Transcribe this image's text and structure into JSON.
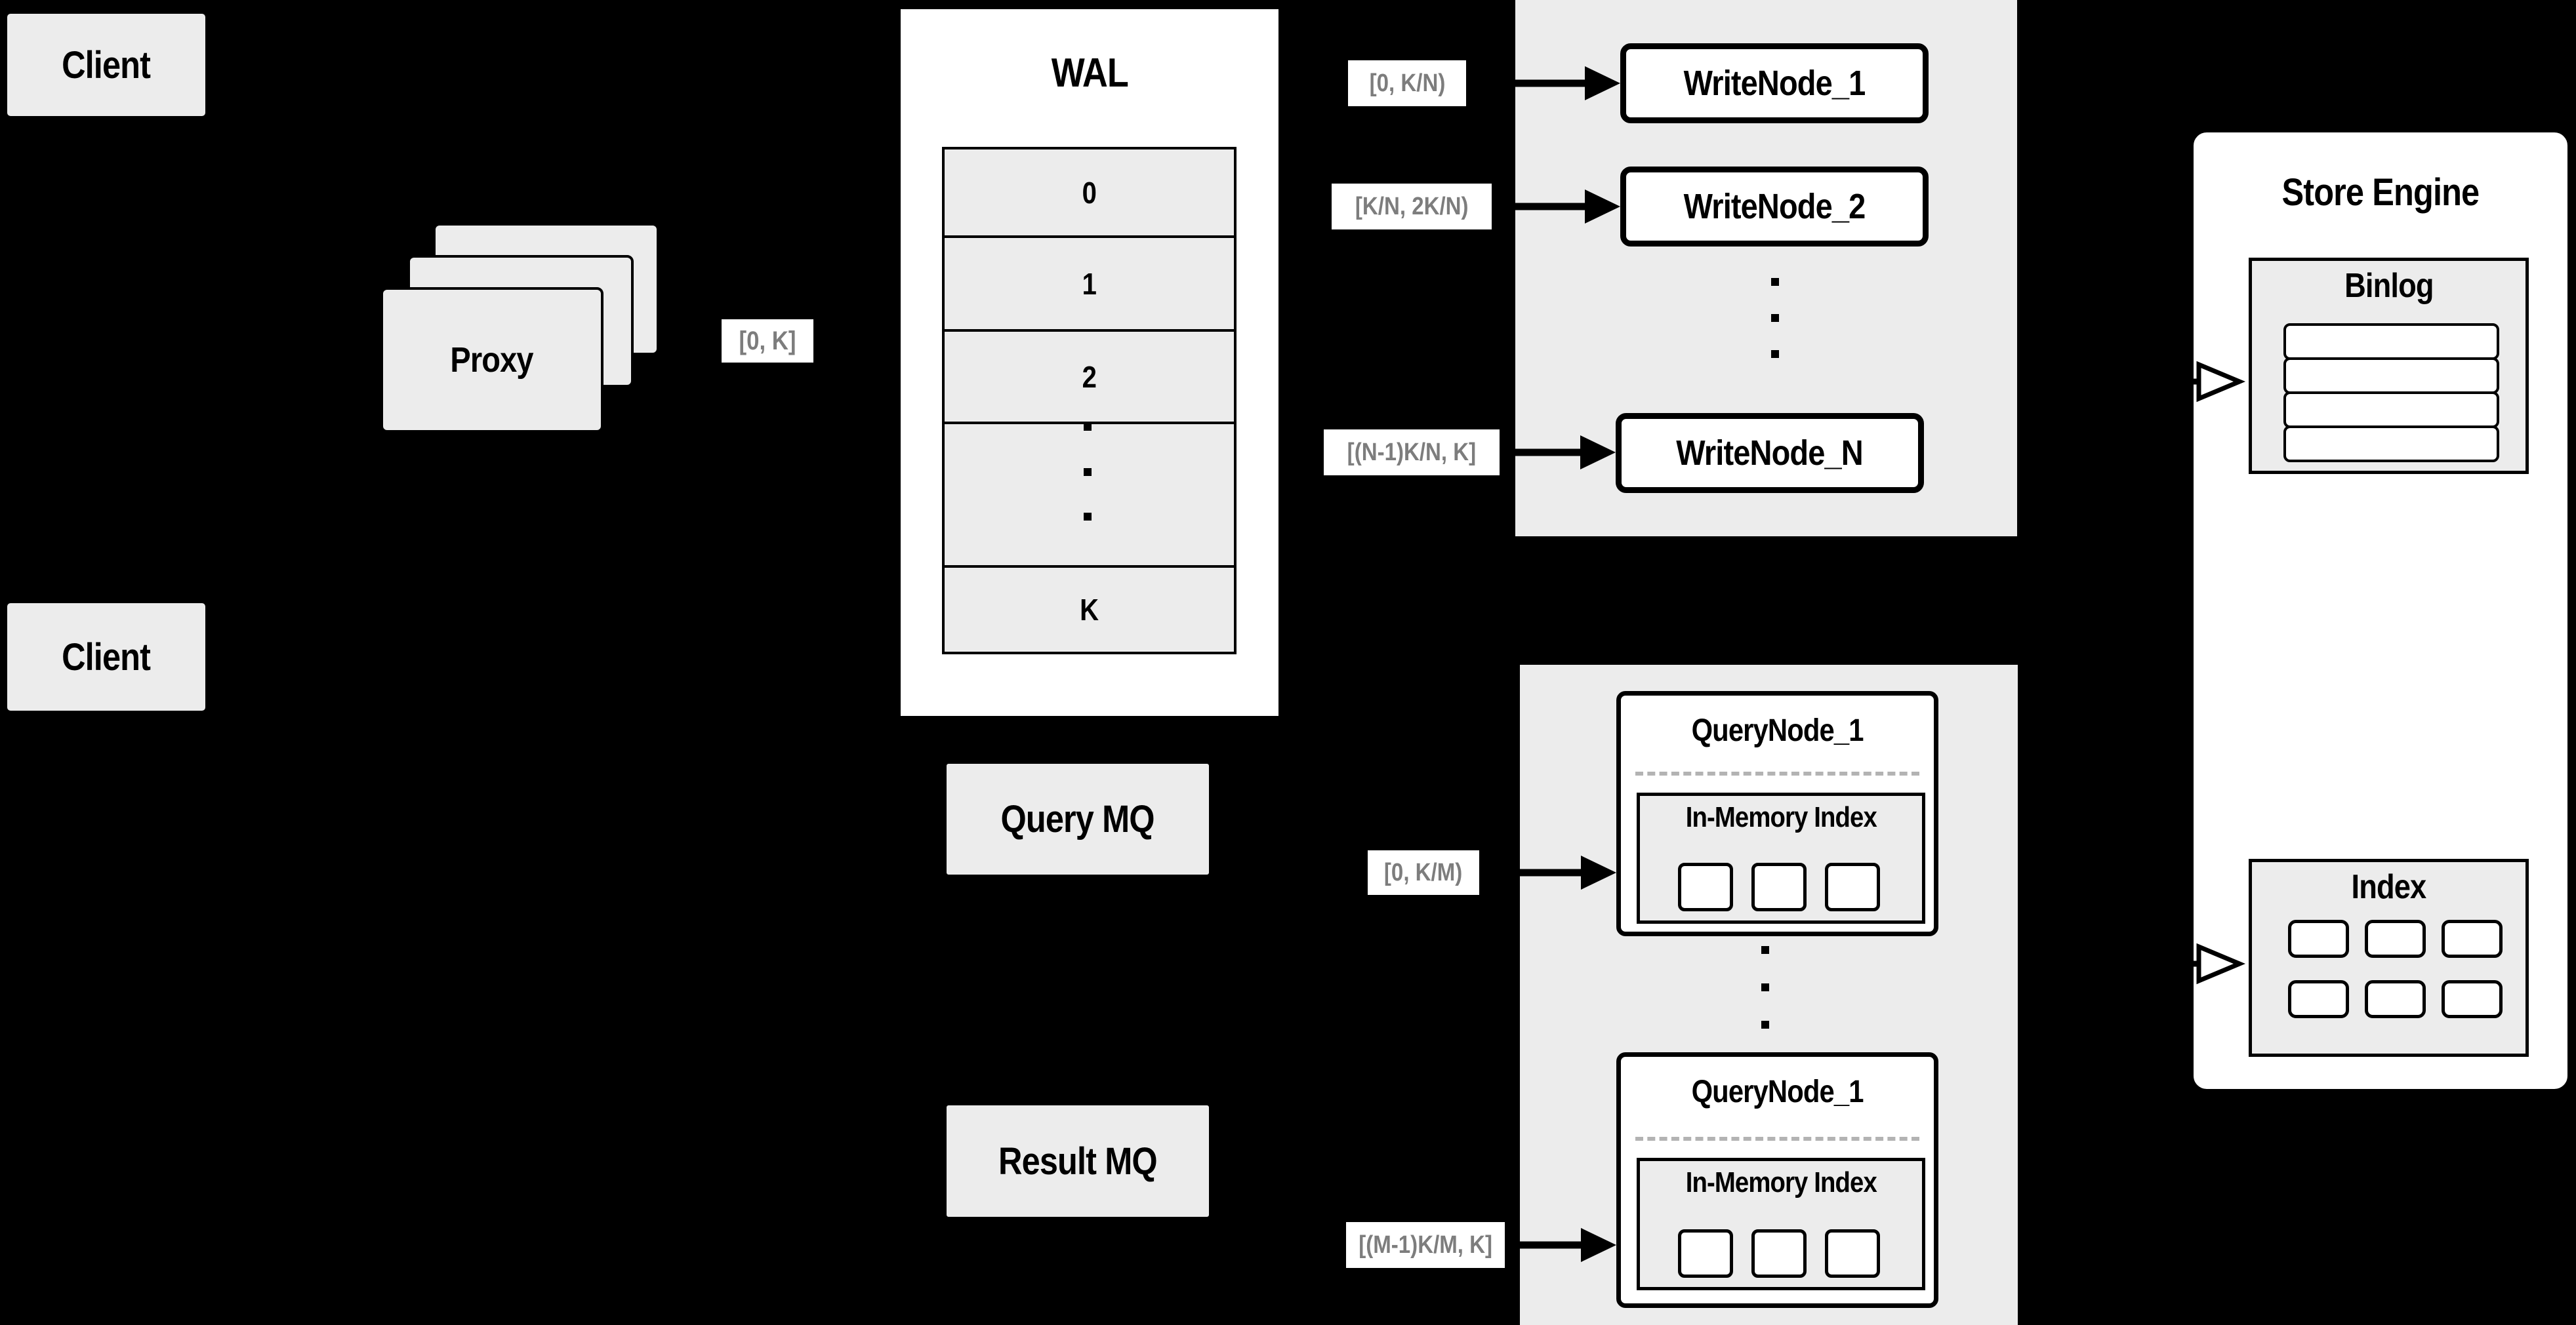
{
  "clients": {
    "top_label": "Client",
    "bottom_label": "Client"
  },
  "proxy": {
    "label": "Proxy"
  },
  "range_labels": {
    "proxy_out": "[0, K]",
    "write_1": "[0, K/N)",
    "write_2": "[K/N, 2K/N)",
    "write_n": "[(N-1)K/N, K]",
    "query_1": "[0, K/M)",
    "query_m": "[(M-1)K/M, K]"
  },
  "wal": {
    "title": "WAL",
    "rows": [
      "0",
      "1",
      "2"
    ],
    "last_row": "K"
  },
  "write_nodes": {
    "node_1": "WriteNode_1",
    "node_2": "WriteNode_2",
    "node_n": "WriteNode_N"
  },
  "mq": {
    "query_label": "Query MQ",
    "result_label": "Result MQ"
  },
  "query_nodes": {
    "node_top_title": "QueryNode_1",
    "node_bottom_title": "QueryNode_1",
    "in_memory_index_label": "In-Memory Index"
  },
  "store_engine": {
    "title": "Store Engine",
    "binlog_label": "Binlog",
    "index_label": "Index"
  },
  "colors": {
    "background": "#000000",
    "box_gray": "#ececec",
    "box_white": "#ffffff",
    "border_black": "#000000",
    "label_text_gray": "#7d7d7d",
    "dashed_gray": "#b3b3b3"
  }
}
